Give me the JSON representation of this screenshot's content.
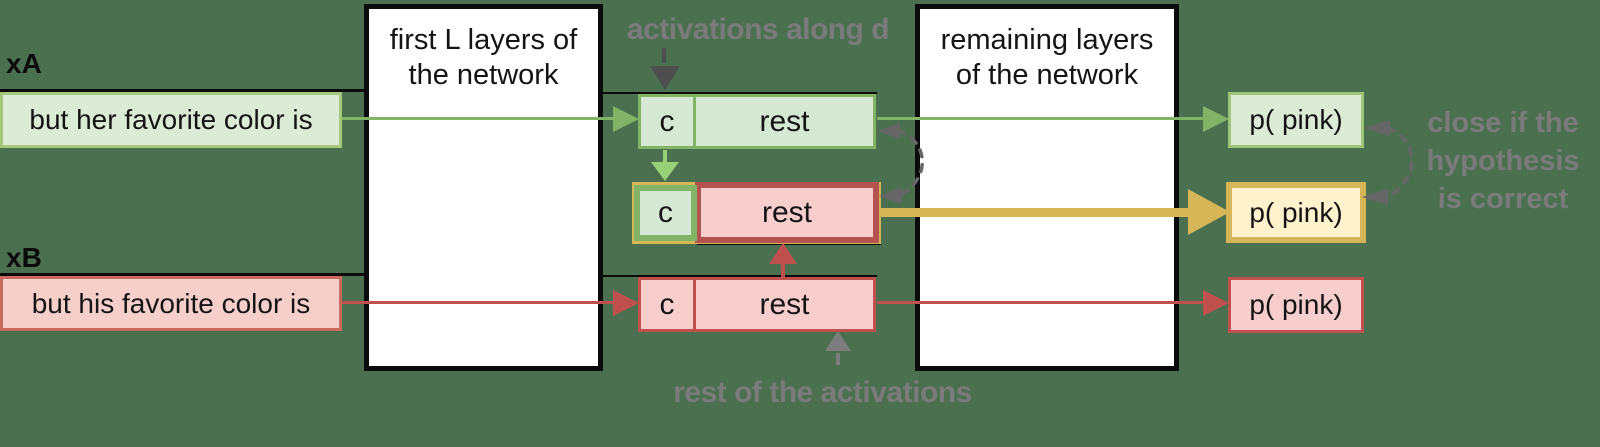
{
  "inputs": {
    "a": {
      "tag": "xA",
      "text": "but her favorite color is"
    },
    "b": {
      "tag": "xB",
      "text": "but his favorite color is"
    }
  },
  "network": {
    "first": {
      "line1": "first L layers of",
      "line2": "the network"
    },
    "remaining": {
      "line1": "remaining layers",
      "line2": "of the network"
    }
  },
  "activations": {
    "top": {
      "c": "c",
      "rest": "rest"
    },
    "patched": {
      "c": "c",
      "rest": "rest"
    },
    "bottom": {
      "c": "c",
      "rest": "rest"
    }
  },
  "outputs": {
    "a": "p( pink)",
    "patched": "p( pink)",
    "b": "p( pink)"
  },
  "annotations": {
    "along_d": "activations along d",
    "rest_note": "rest of the activations",
    "close1": "close if the",
    "close2": "hypothesis",
    "close3": "is correct"
  },
  "colors": {
    "background": "#4b7050",
    "green_fill": "#dcebd5",
    "green_border_light": "#a5c87c",
    "green_strong": "#82b366",
    "green_arrow_light": "#97d077",
    "pink_fill": "#f8cecc",
    "red": "#c0504d",
    "red_dark_border": "#b3524e",
    "gold": "#d6b656",
    "gold_fill": "#fff2cc",
    "gray_text": "#7b7b7b",
    "black": "#0b0b0b",
    "white": "#ffffff"
  }
}
